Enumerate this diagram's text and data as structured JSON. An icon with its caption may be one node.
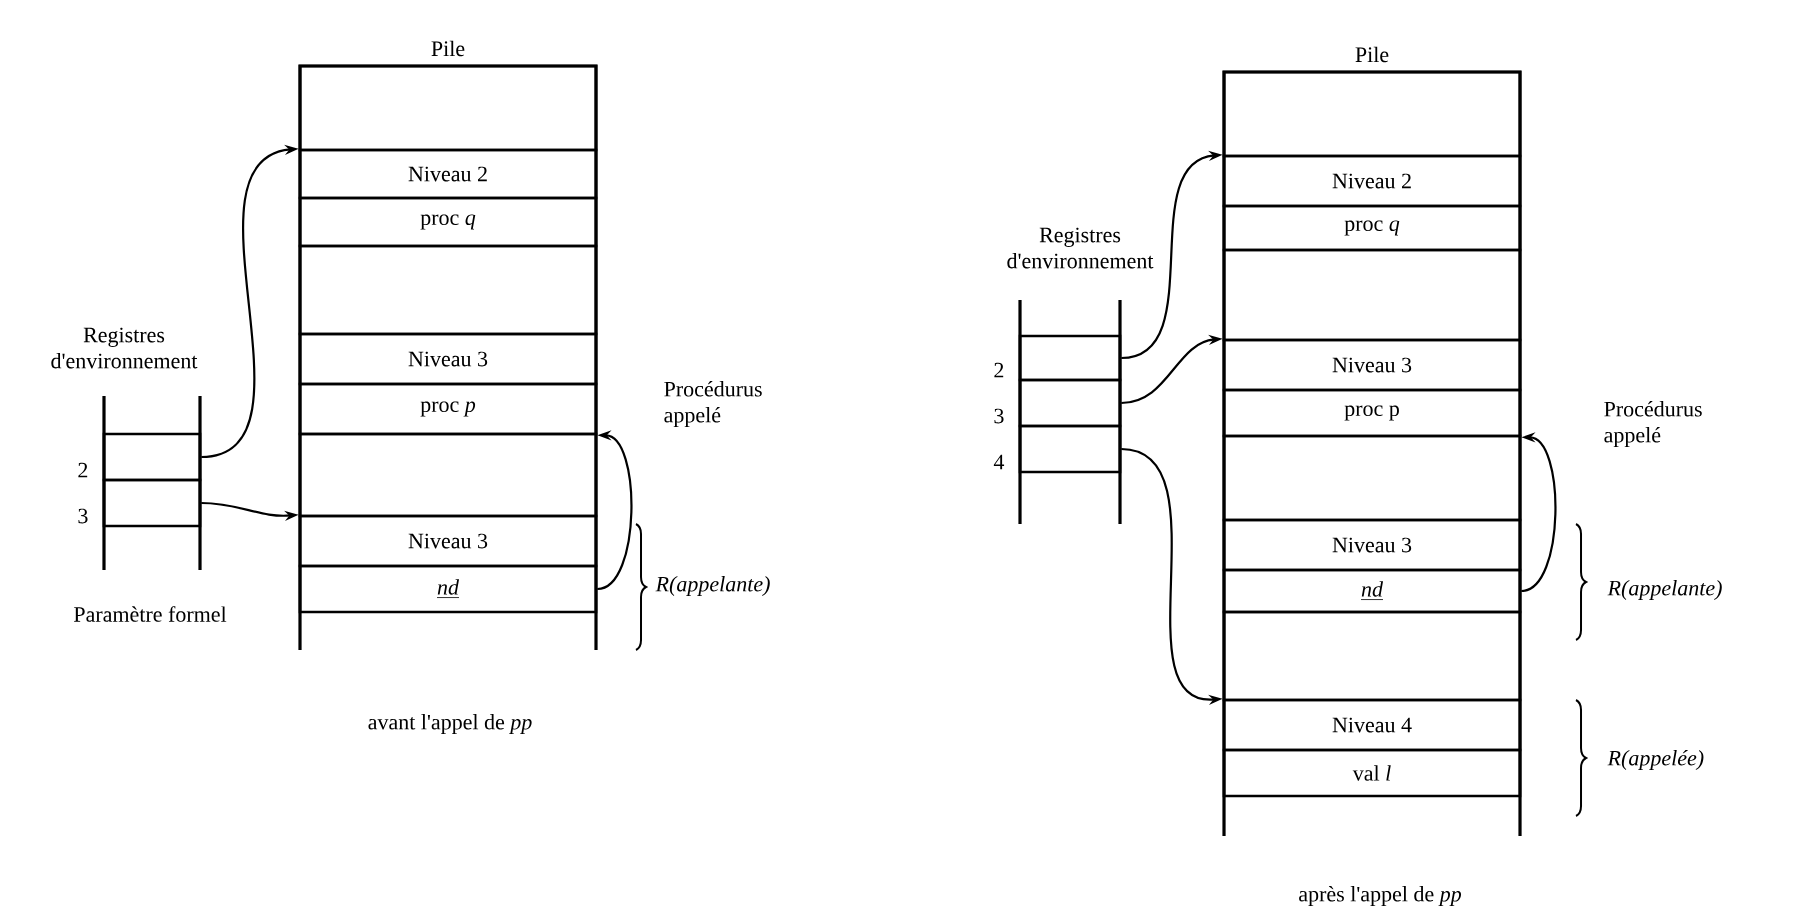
{
  "diagram": {
    "nodes": [
      {
        "text": [
          "Pile"
        ]
      },
      {
        "text": [],
        "shape": "box",
        "in": 0
      },
      {
        "text": [
          "Niveau 2"
        ],
        "in": 0
      },
      {
        "text": [
          "proc *q*"
        ],
        "in": 0
      },
      {
        "text": [],
        "shape": "box",
        "in": 0
      },
      {
        "text": [
          "Niveau 3"
        ],
        "in": 0
      },
      {
        "text": [
          "proc *p*"
        ],
        "in": 0
      },
      {
        "text": [],
        "shape": "box",
        "in": 0
      },
      {
        "text": [
          "Niveau 3"
        ],
        "in": 0
      },
      {
        "text": [
          "nd"
        ],
        "in": 0
      },
      {
        "text": [
          "Registres d'environnement"
        ]
      },
      {
        "text": [],
        "shape": "box",
        "in": 10,
        "beside": [
          "2"
        ]
      },
      {
        "text": [],
        "shape": "box",
        "in": 10,
        "beside": [
          "3"
        ]
      },
      {
        "text": [
          "Pile"
        ]
      },
      {
        "text": [],
        "shape": "box",
        "in": 13
      },
      {
        "text": [
          "Niveau 2"
        ],
        "in": 13
      },
      {
        "text": [
          "proc *q*"
        ],
        "in": 13
      },
      {
        "text": [],
        "shape": "box",
        "in": 13
      },
      {
        "text": [
          "Niveau 3"
        ],
        "in": 13
      },
      {
        "text": [
          "proc p"
        ],
        "in": 13
      },
      {
        "text": [],
        "shape": "box",
        "in": 13
      },
      {
        "text": [
          "Niveau 3"
        ],
        "in": 13
      },
      {
        "text": [
          "nd"
        ],
        "in": 13
      },
      {
        "text": [],
        "shape": "box",
        "in": 13
      },
      {
        "text": [
          "Niveau 4"
        ],
        "in": 13
      },
      {
        "text": [
          "val *l*"
        ],
        "in": 13
      },
      {
        "text": [
          "Registres d'environnement"
        ]
      },
      {
        "text": [],
        "shape": "box",
        "in": 26,
        "beside": [
          "2"
        ]
      },
      {
        "text": [],
        "shape": "box",
        "in": 26,
        "beside": [
          "3"
        ]
      },
      {
        "text": [],
        "shape": "box",
        "in": 26,
        "beside": [
          "4"
        ]
      }
    ],
    "edges": [
      {
        "from": 11,
        "to": 2,
        "arrow": "to"
      },
      {
        "from": 12,
        "to": 8,
        "arrow": "to"
      },
      {
        "from": 9,
        "to": 6,
        "arrow": "to"
      },
      {
        "from": 27,
        "to": 15,
        "arrow": "to"
      },
      {
        "from": 28,
        "to": 18,
        "arrow": "to"
      },
      {
        "from": 29,
        "to": 24,
        "arrow": "to"
      },
      {
        "from": 22,
        "to": 19,
        "arrow": "to"
      }
    ],
    "labels": [
      "Paramètre formel",
      "Procédurus appelé",
      "R(appelante)",
      "avant l'appel de *pp*",
      "Procédurus appelé",
      "R(appelante)",
      "R(appelée)",
      "après l'appel de *pp*"
    ]
  }
}
